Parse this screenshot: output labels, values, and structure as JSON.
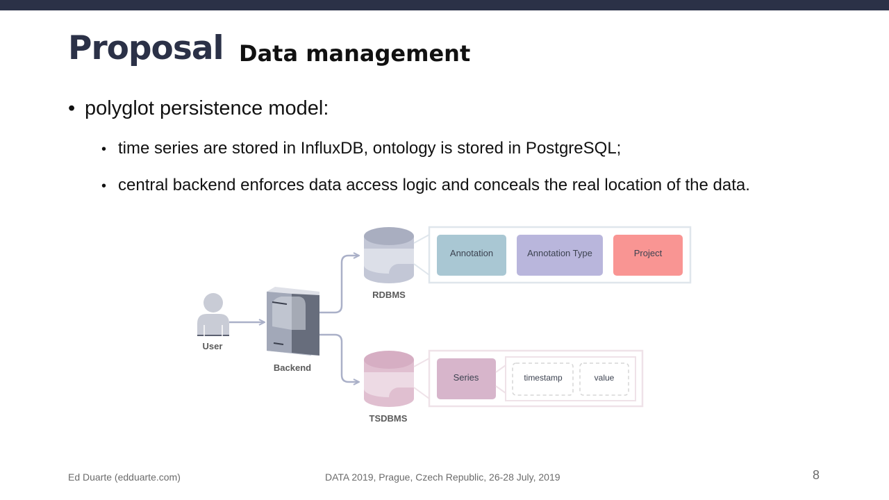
{
  "slide": {
    "title": "Proposal",
    "subtitle": "Data management",
    "bullet_main": "polyglot persistence model:",
    "bullet_sub": [
      "time series are stored in InfluxDB, ontology is stored in PostgreSQL;",
      "central backend enforces data access logic and conceals the real location of the data."
    ],
    "bullet_symbol": "•"
  },
  "diagram": {
    "user_label": "User",
    "backend_label": "Backend",
    "rdbms_label": "RDBMS",
    "tsdbms_label": "TSDBMS",
    "rdbms_entities": [
      "Annotation",
      "Annotation Type",
      "Project"
    ],
    "tsdbms_entity": "Series",
    "tsdbms_fields": [
      "timestamp",
      "value"
    ],
    "colors": {
      "annotation": "#a9c7d3",
      "annotation_type": "#b9b6dc",
      "project": "#f99593",
      "series": "#d7b5cb",
      "rdbms_db": "#c3c7d6",
      "tsdbms_db": "#e0bfd0",
      "arrow": "#aab0c8"
    }
  },
  "footer": {
    "author": "Ed Duarte (edduarte.com)",
    "event": "DATA 2019, Prague, Czech Republic, 26-28 July, 2019",
    "page_number": "8"
  }
}
